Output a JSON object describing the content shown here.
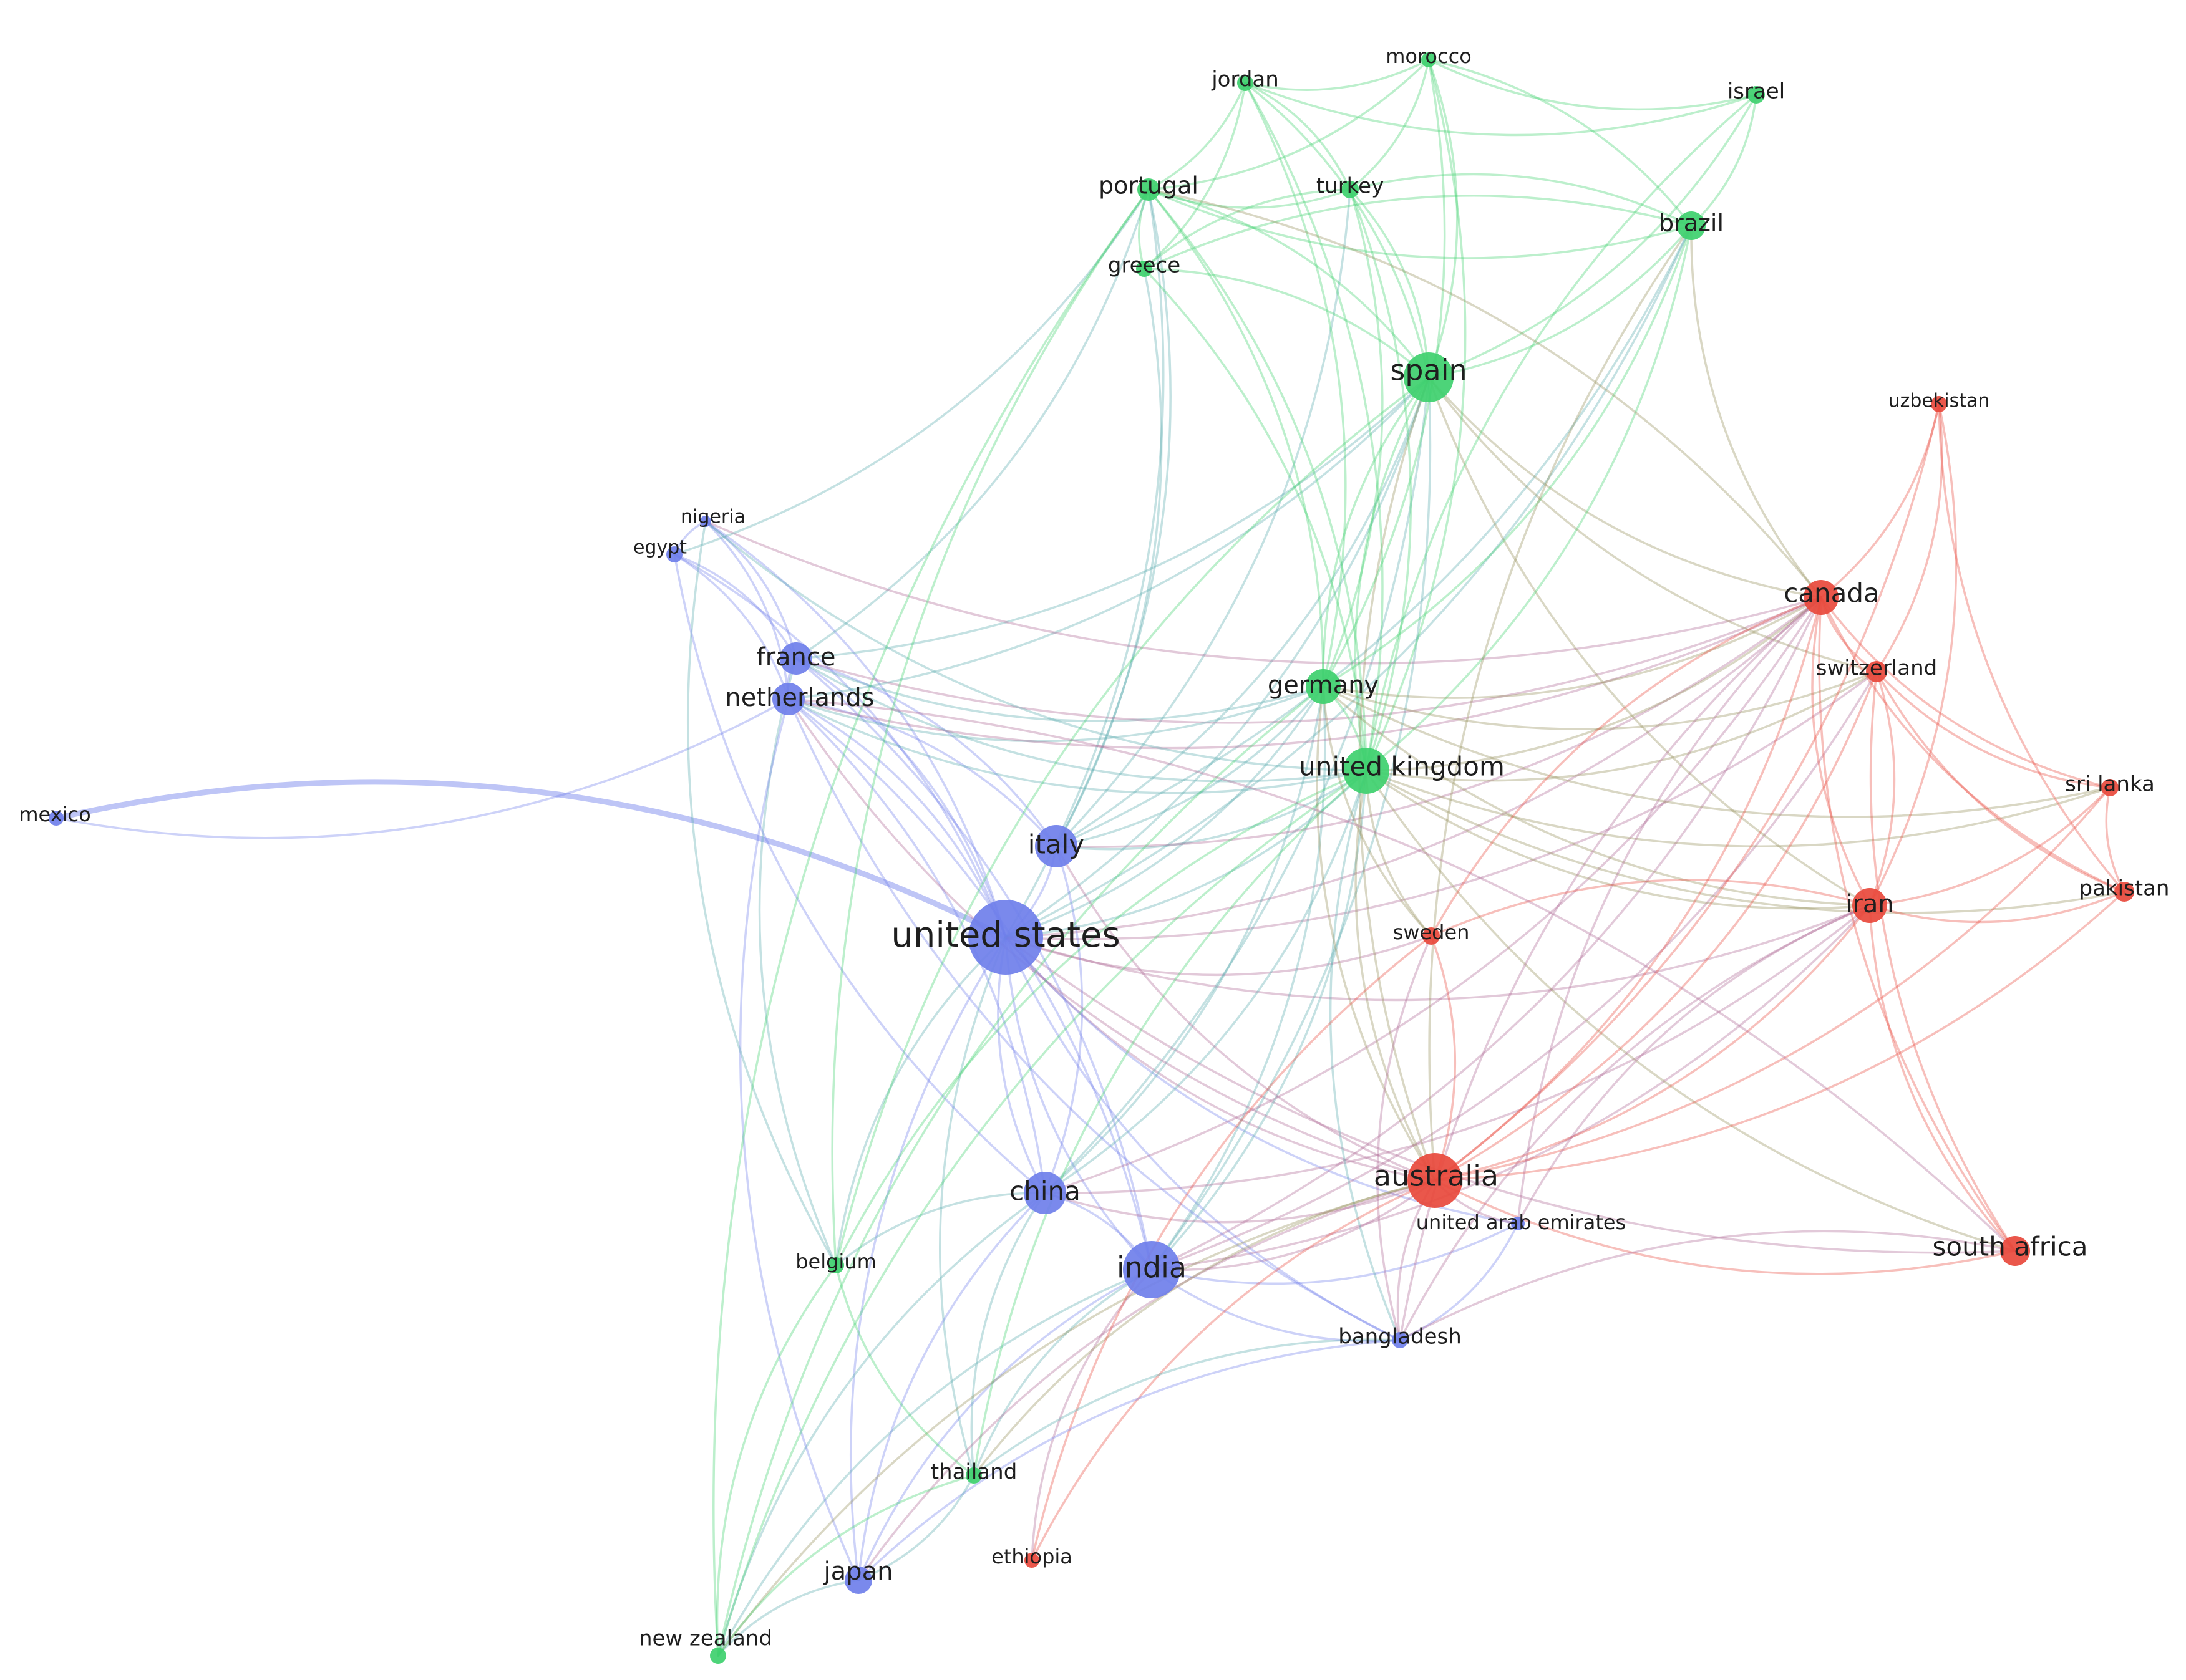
{
  "colors": {
    "blue_cluster": "#6f7fea",
    "green_cluster": "#3ed06e",
    "red_cluster": "#e8493c",
    "background": "#ffffff",
    "label": "#1e1e1e"
  },
  "chart_data": {
    "type": "network",
    "clusters": [
      {
        "id": "blue",
        "color": "#6f7fea"
      },
      {
        "id": "green",
        "color": "#3ed06e"
      },
      {
        "id": "red",
        "color": "#e8493c"
      }
    ],
    "nodes": [
      {
        "id": "united-states",
        "label": "united states",
        "cluster": "blue"
      },
      {
        "id": "india",
        "label": "india",
        "cluster": "blue"
      },
      {
        "id": "china",
        "label": "china",
        "cluster": "blue"
      },
      {
        "id": "italy",
        "label": "italy",
        "cluster": "blue"
      },
      {
        "id": "france",
        "label": "france",
        "cluster": "blue"
      },
      {
        "id": "netherlands",
        "label": "netherlands",
        "cluster": "blue"
      },
      {
        "id": "japan",
        "label": "japan",
        "cluster": "blue"
      },
      {
        "id": "nigeria",
        "label": "nigeria",
        "cluster": "blue"
      },
      {
        "id": "egypt",
        "label": "egypt",
        "cluster": "blue"
      },
      {
        "id": "mexico",
        "label": "mexico",
        "cluster": "blue"
      },
      {
        "id": "bangladesh",
        "label": "bangladesh",
        "cluster": "blue"
      },
      {
        "id": "united-arab-emirates",
        "label": "united arab emirates",
        "cluster": "blue"
      },
      {
        "id": "spain",
        "label": "spain",
        "cluster": "green"
      },
      {
        "id": "united-kingdom",
        "label": "united kingdom",
        "cluster": "green"
      },
      {
        "id": "germany",
        "label": "germany",
        "cluster": "green"
      },
      {
        "id": "portugal",
        "label": "portugal",
        "cluster": "green"
      },
      {
        "id": "brazil",
        "label": "brazil",
        "cluster": "green"
      },
      {
        "id": "turkey",
        "label": "turkey",
        "cluster": "green"
      },
      {
        "id": "greece",
        "label": "greece",
        "cluster": "green"
      },
      {
        "id": "jordan",
        "label": "jordan",
        "cluster": "green"
      },
      {
        "id": "morocco",
        "label": "morocco",
        "cluster": "green"
      },
      {
        "id": "israel",
        "label": "israel",
        "cluster": "green"
      },
      {
        "id": "belgium",
        "label": "belgium",
        "cluster": "green"
      },
      {
        "id": "thailand",
        "label": "thailand",
        "cluster": "green"
      },
      {
        "id": "new-zealand",
        "label": "new zealand",
        "cluster": "green"
      },
      {
        "id": "australia",
        "label": "australia",
        "cluster": "red"
      },
      {
        "id": "canada",
        "label": "canada",
        "cluster": "red"
      },
      {
        "id": "iran",
        "label": "iran",
        "cluster": "red"
      },
      {
        "id": "south-africa",
        "label": "south africa",
        "cluster": "red"
      },
      {
        "id": "switzerland",
        "label": "switzerland",
        "cluster": "red"
      },
      {
        "id": "sweden",
        "label": "sweden",
        "cluster": "red"
      },
      {
        "id": "uzbekistan",
        "label": "uzbekistan",
        "cluster": "red"
      },
      {
        "id": "sri-lanka",
        "label": "sri lanka",
        "cluster": "red"
      },
      {
        "id": "pakistan",
        "label": "pakistan",
        "cluster": "red"
      },
      {
        "id": "ethiopia",
        "label": "ethiopia",
        "cluster": "red"
      }
    ],
    "edges": [
      [
        "united-states",
        "mexico"
      ],
      [
        "united-states",
        "italy"
      ],
      [
        "united-states",
        "china"
      ],
      [
        "united-states",
        "india"
      ],
      [
        "united-states",
        "france"
      ],
      [
        "united-states",
        "netherlands"
      ],
      [
        "united-states",
        "japan"
      ],
      [
        "united-states",
        "nigeria"
      ],
      [
        "united-states",
        "egypt"
      ],
      [
        "united-states",
        "spain"
      ],
      [
        "united-states",
        "united-kingdom"
      ],
      [
        "united-states",
        "germany"
      ],
      [
        "united-states",
        "australia"
      ],
      [
        "united-states",
        "canada"
      ],
      [
        "united-states",
        "iran"
      ],
      [
        "united-states",
        "sweden"
      ],
      [
        "united-states",
        "south-africa"
      ],
      [
        "united-states",
        "bangladesh"
      ],
      [
        "united-states",
        "united-arab-emirates"
      ],
      [
        "united-states",
        "portugal"
      ],
      [
        "united-states",
        "switzerland"
      ],
      [
        "united-states",
        "belgium"
      ],
      [
        "united-states",
        "thailand"
      ],
      [
        "united-states",
        "brazil"
      ],
      [
        "mexico",
        "netherlands"
      ],
      [
        "india",
        "china"
      ],
      [
        "india",
        "australia"
      ],
      [
        "india",
        "united-kingdom"
      ],
      [
        "india",
        "bangladesh"
      ],
      [
        "india",
        "canada"
      ],
      [
        "india",
        "iran"
      ],
      [
        "india",
        "netherlands"
      ],
      [
        "india",
        "japan"
      ],
      [
        "india",
        "spain"
      ],
      [
        "india",
        "ethiopia"
      ],
      [
        "india",
        "thailand"
      ],
      [
        "india",
        "france"
      ],
      [
        "india",
        "germany"
      ],
      [
        "india",
        "new-zealand"
      ],
      [
        "india",
        "switzerland"
      ],
      [
        "india",
        "united-arab-emirates"
      ],
      [
        "china",
        "united-kingdom"
      ],
      [
        "china",
        "australia"
      ],
      [
        "china",
        "italy"
      ],
      [
        "china",
        "netherlands"
      ],
      [
        "china",
        "japan"
      ],
      [
        "china",
        "canada"
      ],
      [
        "china",
        "spain"
      ],
      [
        "china",
        "germany"
      ],
      [
        "china",
        "belgium"
      ],
      [
        "china",
        "thailand"
      ],
      [
        "china",
        "iran"
      ],
      [
        "china",
        "new-zealand"
      ],
      [
        "italy",
        "spain"
      ],
      [
        "italy",
        "united-kingdom"
      ],
      [
        "italy",
        "germany"
      ],
      [
        "italy",
        "portugal"
      ],
      [
        "italy",
        "greece"
      ],
      [
        "italy",
        "france"
      ],
      [
        "italy",
        "netherlands"
      ],
      [
        "italy",
        "australia"
      ],
      [
        "italy",
        "brazil"
      ],
      [
        "italy",
        "canada"
      ],
      [
        "italy",
        "turkey"
      ],
      [
        "france",
        "netherlands"
      ],
      [
        "france",
        "nigeria"
      ],
      [
        "france",
        "egypt"
      ],
      [
        "france",
        "spain"
      ],
      [
        "france",
        "germany"
      ],
      [
        "france",
        "united-kingdom"
      ],
      [
        "france",
        "canada"
      ],
      [
        "france",
        "portugal"
      ],
      [
        "france",
        "belgium"
      ],
      [
        "netherlands",
        "nigeria"
      ],
      [
        "netherlands",
        "egypt"
      ],
      [
        "netherlands",
        "australia"
      ],
      [
        "netherlands",
        "united-kingdom"
      ],
      [
        "netherlands",
        "germany"
      ],
      [
        "netherlands",
        "spain"
      ],
      [
        "netherlands",
        "japan"
      ],
      [
        "netherlands",
        "bangladesh"
      ],
      [
        "netherlands",
        "canada"
      ],
      [
        "nigeria",
        "egypt"
      ],
      [
        "nigeria",
        "united-kingdom"
      ],
      [
        "nigeria",
        "canada"
      ],
      [
        "nigeria",
        "belgium"
      ],
      [
        "egypt",
        "portugal"
      ],
      [
        "egypt",
        "china"
      ],
      [
        "spain",
        "portugal"
      ],
      [
        "spain",
        "united-kingdom"
      ],
      [
        "spain",
        "germany"
      ],
      [
        "spain",
        "brazil"
      ],
      [
        "spain",
        "turkey"
      ],
      [
        "spain",
        "greece"
      ],
      [
        "spain",
        "jordan"
      ],
      [
        "spain",
        "morocco"
      ],
      [
        "spain",
        "australia"
      ],
      [
        "spain",
        "canada"
      ],
      [
        "spain",
        "iran"
      ],
      [
        "spain",
        "israel"
      ],
      [
        "spain",
        "belgium"
      ],
      [
        "spain",
        "switzerland"
      ],
      [
        "united-kingdom",
        "germany"
      ],
      [
        "united-kingdom",
        "australia"
      ],
      [
        "united-kingdom",
        "canada"
      ],
      [
        "united-kingdom",
        "iran"
      ],
      [
        "united-kingdom",
        "portugal"
      ],
      [
        "united-kingdom",
        "brazil"
      ],
      [
        "united-kingdom",
        "sweden"
      ],
      [
        "united-kingdom",
        "switzerland"
      ],
      [
        "united-kingdom",
        "pakistan"
      ],
      [
        "united-kingdom",
        "turkey"
      ],
      [
        "united-kingdom",
        "greece"
      ],
      [
        "united-kingdom",
        "jordan"
      ],
      [
        "united-kingdom",
        "morocco"
      ],
      [
        "united-kingdom",
        "new-zealand"
      ],
      [
        "united-kingdom",
        "bangladesh"
      ],
      [
        "united-kingdom",
        "south-africa"
      ],
      [
        "united-kingdom",
        "thailand"
      ],
      [
        "united-kingdom",
        "belgium"
      ],
      [
        "united-kingdom",
        "sri-lanka"
      ],
      [
        "germany",
        "portugal"
      ],
      [
        "germany",
        "australia"
      ],
      [
        "germany",
        "canada"
      ],
      [
        "germany",
        "turkey"
      ],
      [
        "germany",
        "brazil"
      ],
      [
        "germany",
        "switzerland"
      ],
      [
        "germany",
        "iran"
      ],
      [
        "germany",
        "morocco"
      ],
      [
        "germany",
        "jordan"
      ],
      [
        "germany",
        "sweden"
      ],
      [
        "germany",
        "sri-lanka"
      ],
      [
        "germany",
        "new-zealand"
      ],
      [
        "portugal",
        "brazil"
      ],
      [
        "portugal",
        "greece"
      ],
      [
        "portugal",
        "turkey"
      ],
      [
        "portugal",
        "jordan"
      ],
      [
        "portugal",
        "morocco"
      ],
      [
        "portugal",
        "belgium"
      ],
      [
        "portugal",
        "new-zealand"
      ],
      [
        "brazil",
        "israel"
      ],
      [
        "brazil",
        "canada"
      ],
      [
        "brazil",
        "turkey"
      ],
      [
        "brazil",
        "australia"
      ],
      [
        "brazil",
        "morocco"
      ],
      [
        "brazil",
        "greece"
      ],
      [
        "turkey",
        "morocco"
      ],
      [
        "turkey",
        "jordan"
      ],
      [
        "turkey",
        "greece"
      ],
      [
        "greece",
        "jordan"
      ],
      [
        "jordan",
        "morocco"
      ],
      [
        "morocco",
        "israel"
      ],
      [
        "jordan",
        "israel"
      ],
      [
        "israel",
        "united-kingdom"
      ],
      [
        "australia",
        "canada"
      ],
      [
        "australia",
        "iran"
      ],
      [
        "australia",
        "south-africa"
      ],
      [
        "australia",
        "switzerland"
      ],
      [
        "australia",
        "bangladesh"
      ],
      [
        "australia",
        "united-arab-emirates"
      ],
      [
        "australia",
        "sweden"
      ],
      [
        "australia",
        "uzbekistan"
      ],
      [
        "australia",
        "pakistan"
      ],
      [
        "australia",
        "japan"
      ],
      [
        "australia",
        "ethiopia"
      ],
      [
        "australia",
        "sri-lanka"
      ],
      [
        "australia",
        "new-zealand"
      ],
      [
        "australia",
        "thailand"
      ],
      [
        "canada",
        "uzbekistan"
      ],
      [
        "canada",
        "iran"
      ],
      [
        "canada",
        "switzerland"
      ],
      [
        "canada",
        "sri-lanka"
      ],
      [
        "canada",
        "pakistan"
      ],
      [
        "canada",
        "south-africa"
      ],
      [
        "canada",
        "sweden"
      ],
      [
        "canada",
        "bangladesh"
      ],
      [
        "canada",
        "united-arab-emirates"
      ],
      [
        "canada",
        "portugal"
      ],
      [
        "iran",
        "pakistan"
      ],
      [
        "iran",
        "sri-lanka"
      ],
      [
        "iran",
        "switzerland"
      ],
      [
        "iran",
        "south-africa"
      ],
      [
        "iran",
        "uzbekistan"
      ],
      [
        "iran",
        "bangladesh"
      ],
      [
        "iran",
        "sweden"
      ],
      [
        "iran",
        "united-arab-emirates"
      ],
      [
        "switzerland",
        "uzbekistan"
      ],
      [
        "switzerland",
        "sri-lanka"
      ],
      [
        "switzerland",
        "pakistan"
      ],
      [
        "switzerland",
        "south-africa"
      ],
      [
        "uzbekistan",
        "pakistan"
      ],
      [
        "sri-lanka",
        "pakistan"
      ],
      [
        "sweden",
        "bangladesh"
      ],
      [
        "sweden",
        "ethiopia"
      ],
      [
        "bangladesh",
        "united-arab-emirates"
      ],
      [
        "bangladesh",
        "japan"
      ],
      [
        "bangladesh",
        "thailand"
      ],
      [
        "japan",
        "new-zealand"
      ],
      [
        "japan",
        "thailand"
      ],
      [
        "belgium",
        "new-zealand"
      ],
      [
        "belgium",
        "thailand"
      ],
      [
        "thailand",
        "new-zealand"
      ],
      [
        "south-africa",
        "bangladesh"
      ],
      [
        "south-africa",
        "netherlands"
      ]
    ]
  }
}
